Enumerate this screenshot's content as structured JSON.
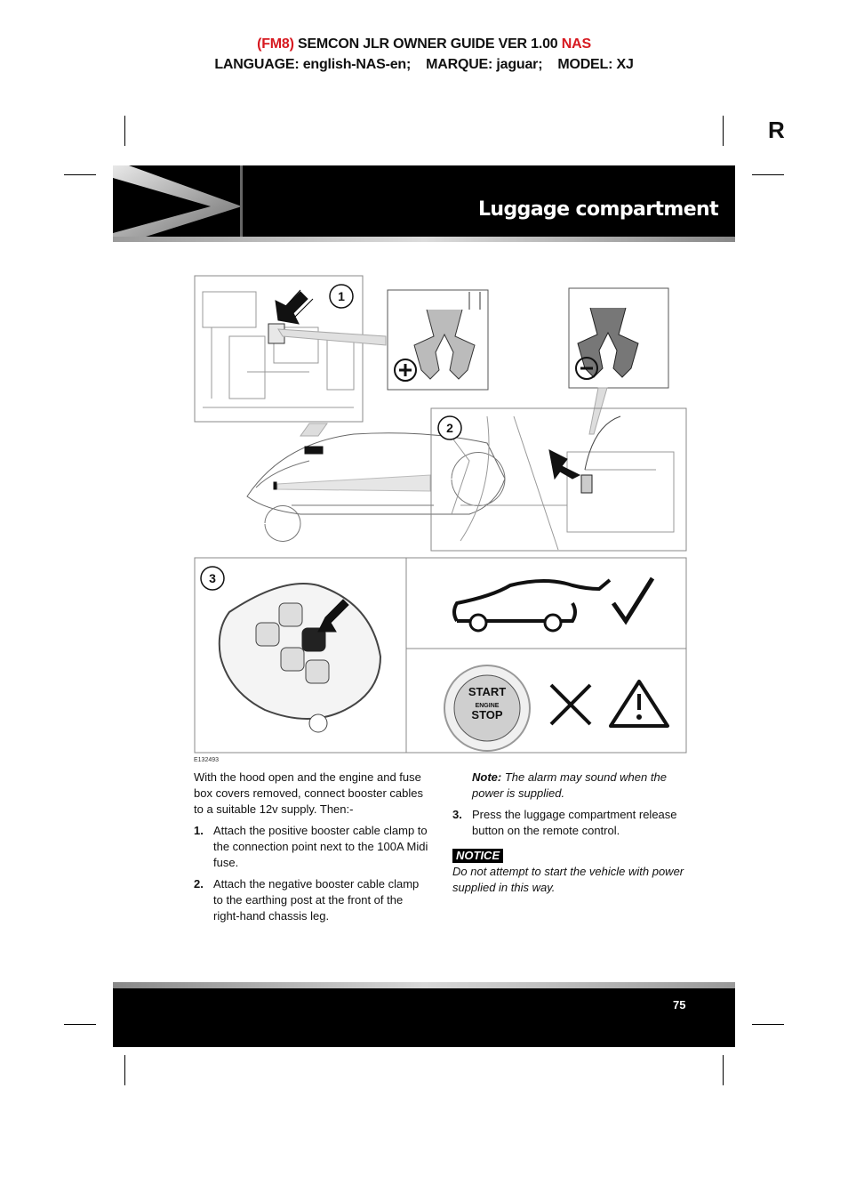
{
  "header": {
    "line1_prefix": "(FM8)",
    "line1_main": " SEMCON JLR OWNER GUIDE VER 1.00 ",
    "line1_suffix": "NAS",
    "line2": "LANGUAGE: english-NAS-en;    MARQUE: jaguar;    MODEL: XJ"
  },
  "tab_letter": "R",
  "section_title": "Luggage compartment",
  "figure": {
    "code": "E132493",
    "callouts": [
      "1",
      "2",
      "3"
    ],
    "key_text": {
      "start": "START",
      "engine": "ENGINE",
      "stop": "STOP"
    }
  },
  "left_column": {
    "intro": "With the hood open and the engine and fuse box covers removed, connect booster cables to a suitable 12v supply. Then:-",
    "steps": [
      {
        "num": "1.",
        "text": "Attach the positive booster cable clamp to the connection point next to the 100A Midi fuse."
      },
      {
        "num": "2.",
        "text": "Attach the negative booster cable clamp to the earthing post at the front of the right-hand chassis leg."
      }
    ]
  },
  "right_column": {
    "note_label": "Note:",
    "note_text": " The alarm may sound when the power is supplied.",
    "step3": {
      "num": "3.",
      "text": "Press the luggage compartment release button on the remote control."
    },
    "notice_label": "NOTICE",
    "notice_text": "Do not attempt to start the vehicle with power supplied in this way."
  },
  "page_number": "75",
  "colors": {
    "accent_red": "#d71920",
    "banner": "#000000"
  }
}
